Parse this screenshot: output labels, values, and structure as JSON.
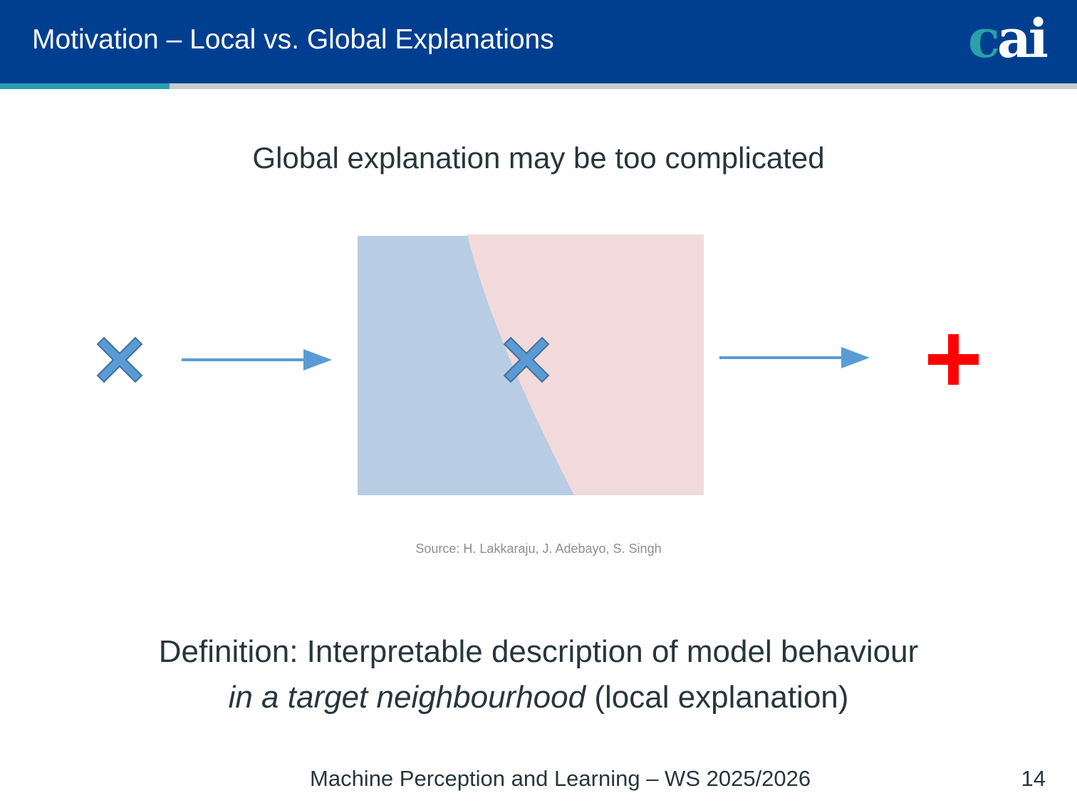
{
  "header": {
    "title": "Motivation – Local vs. Global Explanations",
    "logo": "cai",
    "logo_c": "c",
    "logo_ai": "ai"
  },
  "slide": {
    "subtitle": "Global explanation may be too complicated",
    "source": "Source:  H. Lakkaraju, J. Adebayo, S. Singh",
    "definition_label": "Definition:",
    "definition_text": " Interpretable description of model behaviour",
    "definition_italic": "in a target neighbourhood",
    "definition_suffix": " (local explanation)"
  },
  "diagram": {
    "colors": {
      "class_a": "#b8cce4",
      "class_b": "#f2dadb",
      "marker": "#5b9bd5",
      "arrow": "#5b9bd5",
      "prediction": "#ff0000"
    },
    "input_marker": "x-icon",
    "output_marker": "plus-icon"
  },
  "footer": {
    "course": "Machine Perception and Learning – WS 2025/2026",
    "page_number": "14"
  }
}
